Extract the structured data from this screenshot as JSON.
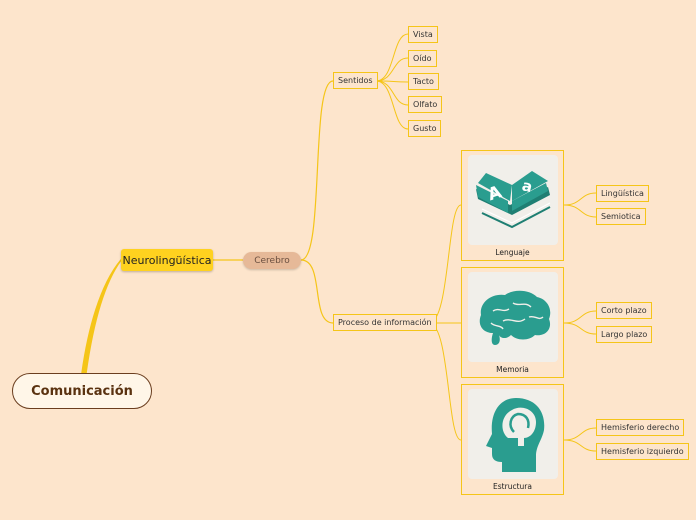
{
  "root": {
    "label": "Comunicación"
  },
  "main_topic": {
    "label": "Neurolingüística"
  },
  "hub": {
    "label": "Cerebro"
  },
  "sentidos": {
    "label": "Sentidos",
    "items": [
      "Vista",
      "Oído",
      "Tacto",
      "Olfato",
      "Gusto"
    ]
  },
  "proceso": {
    "label": "Proceso de información",
    "cards": [
      {
        "caption": "Lenguaje",
        "icon": "book-letters-icon",
        "children": [
          "Lingüística",
          "Semiotica"
        ]
      },
      {
        "caption": "Memoria",
        "icon": "brain-icon",
        "children": [
          "Corto plazo",
          "Largo plazo"
        ]
      },
      {
        "caption": "Estructura",
        "icon": "head-brain-icon",
        "children": [
          "Hemisferio derecho",
          "Hemisferio izquierdo"
        ]
      }
    ]
  },
  "colors": {
    "background": "#fde5cc",
    "connector": "#f5c518",
    "main_topic": "#ffd21f",
    "hub": "#e6b998",
    "root_border": "#6b3e1f",
    "icon": "#2a9d8f"
  }
}
